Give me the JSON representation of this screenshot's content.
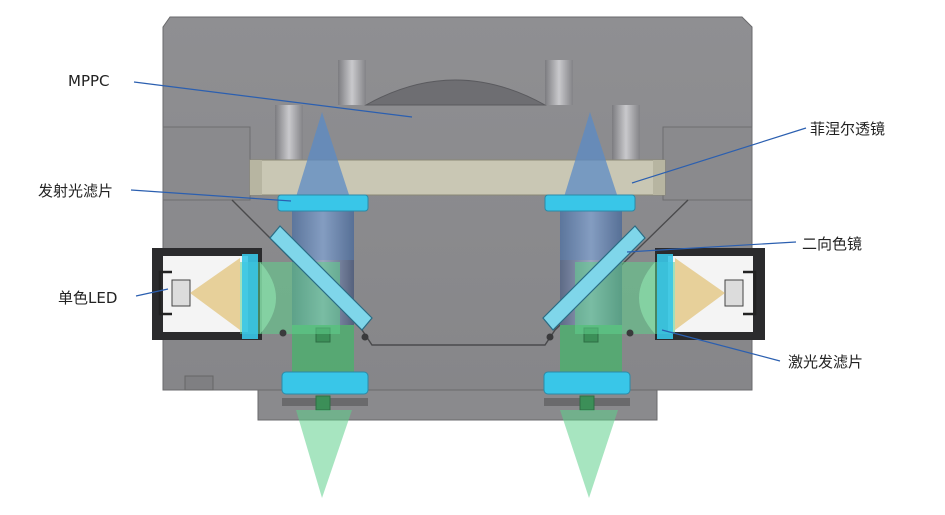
{
  "labels": {
    "mppc": "MPPC",
    "fresnel_lens": "菲涅尔透镜",
    "emission_filter": "发射光滤片",
    "dichroic_mirror": "二向色镜",
    "mono_led": "单色LED",
    "excitation_filter": "激光发滤片"
  },
  "colors": {
    "housing": "#8e8e90",
    "housing_edge": "#6a6a6c",
    "fresnel_plate": "#c8c6b2",
    "emission_beam": "#5b8bc6",
    "excitation_beam": "#5fcf8c",
    "filter_cyan": "#39c6e8",
    "led_cone": "#e7d09a",
    "leader_line": "#2b5fb0"
  }
}
